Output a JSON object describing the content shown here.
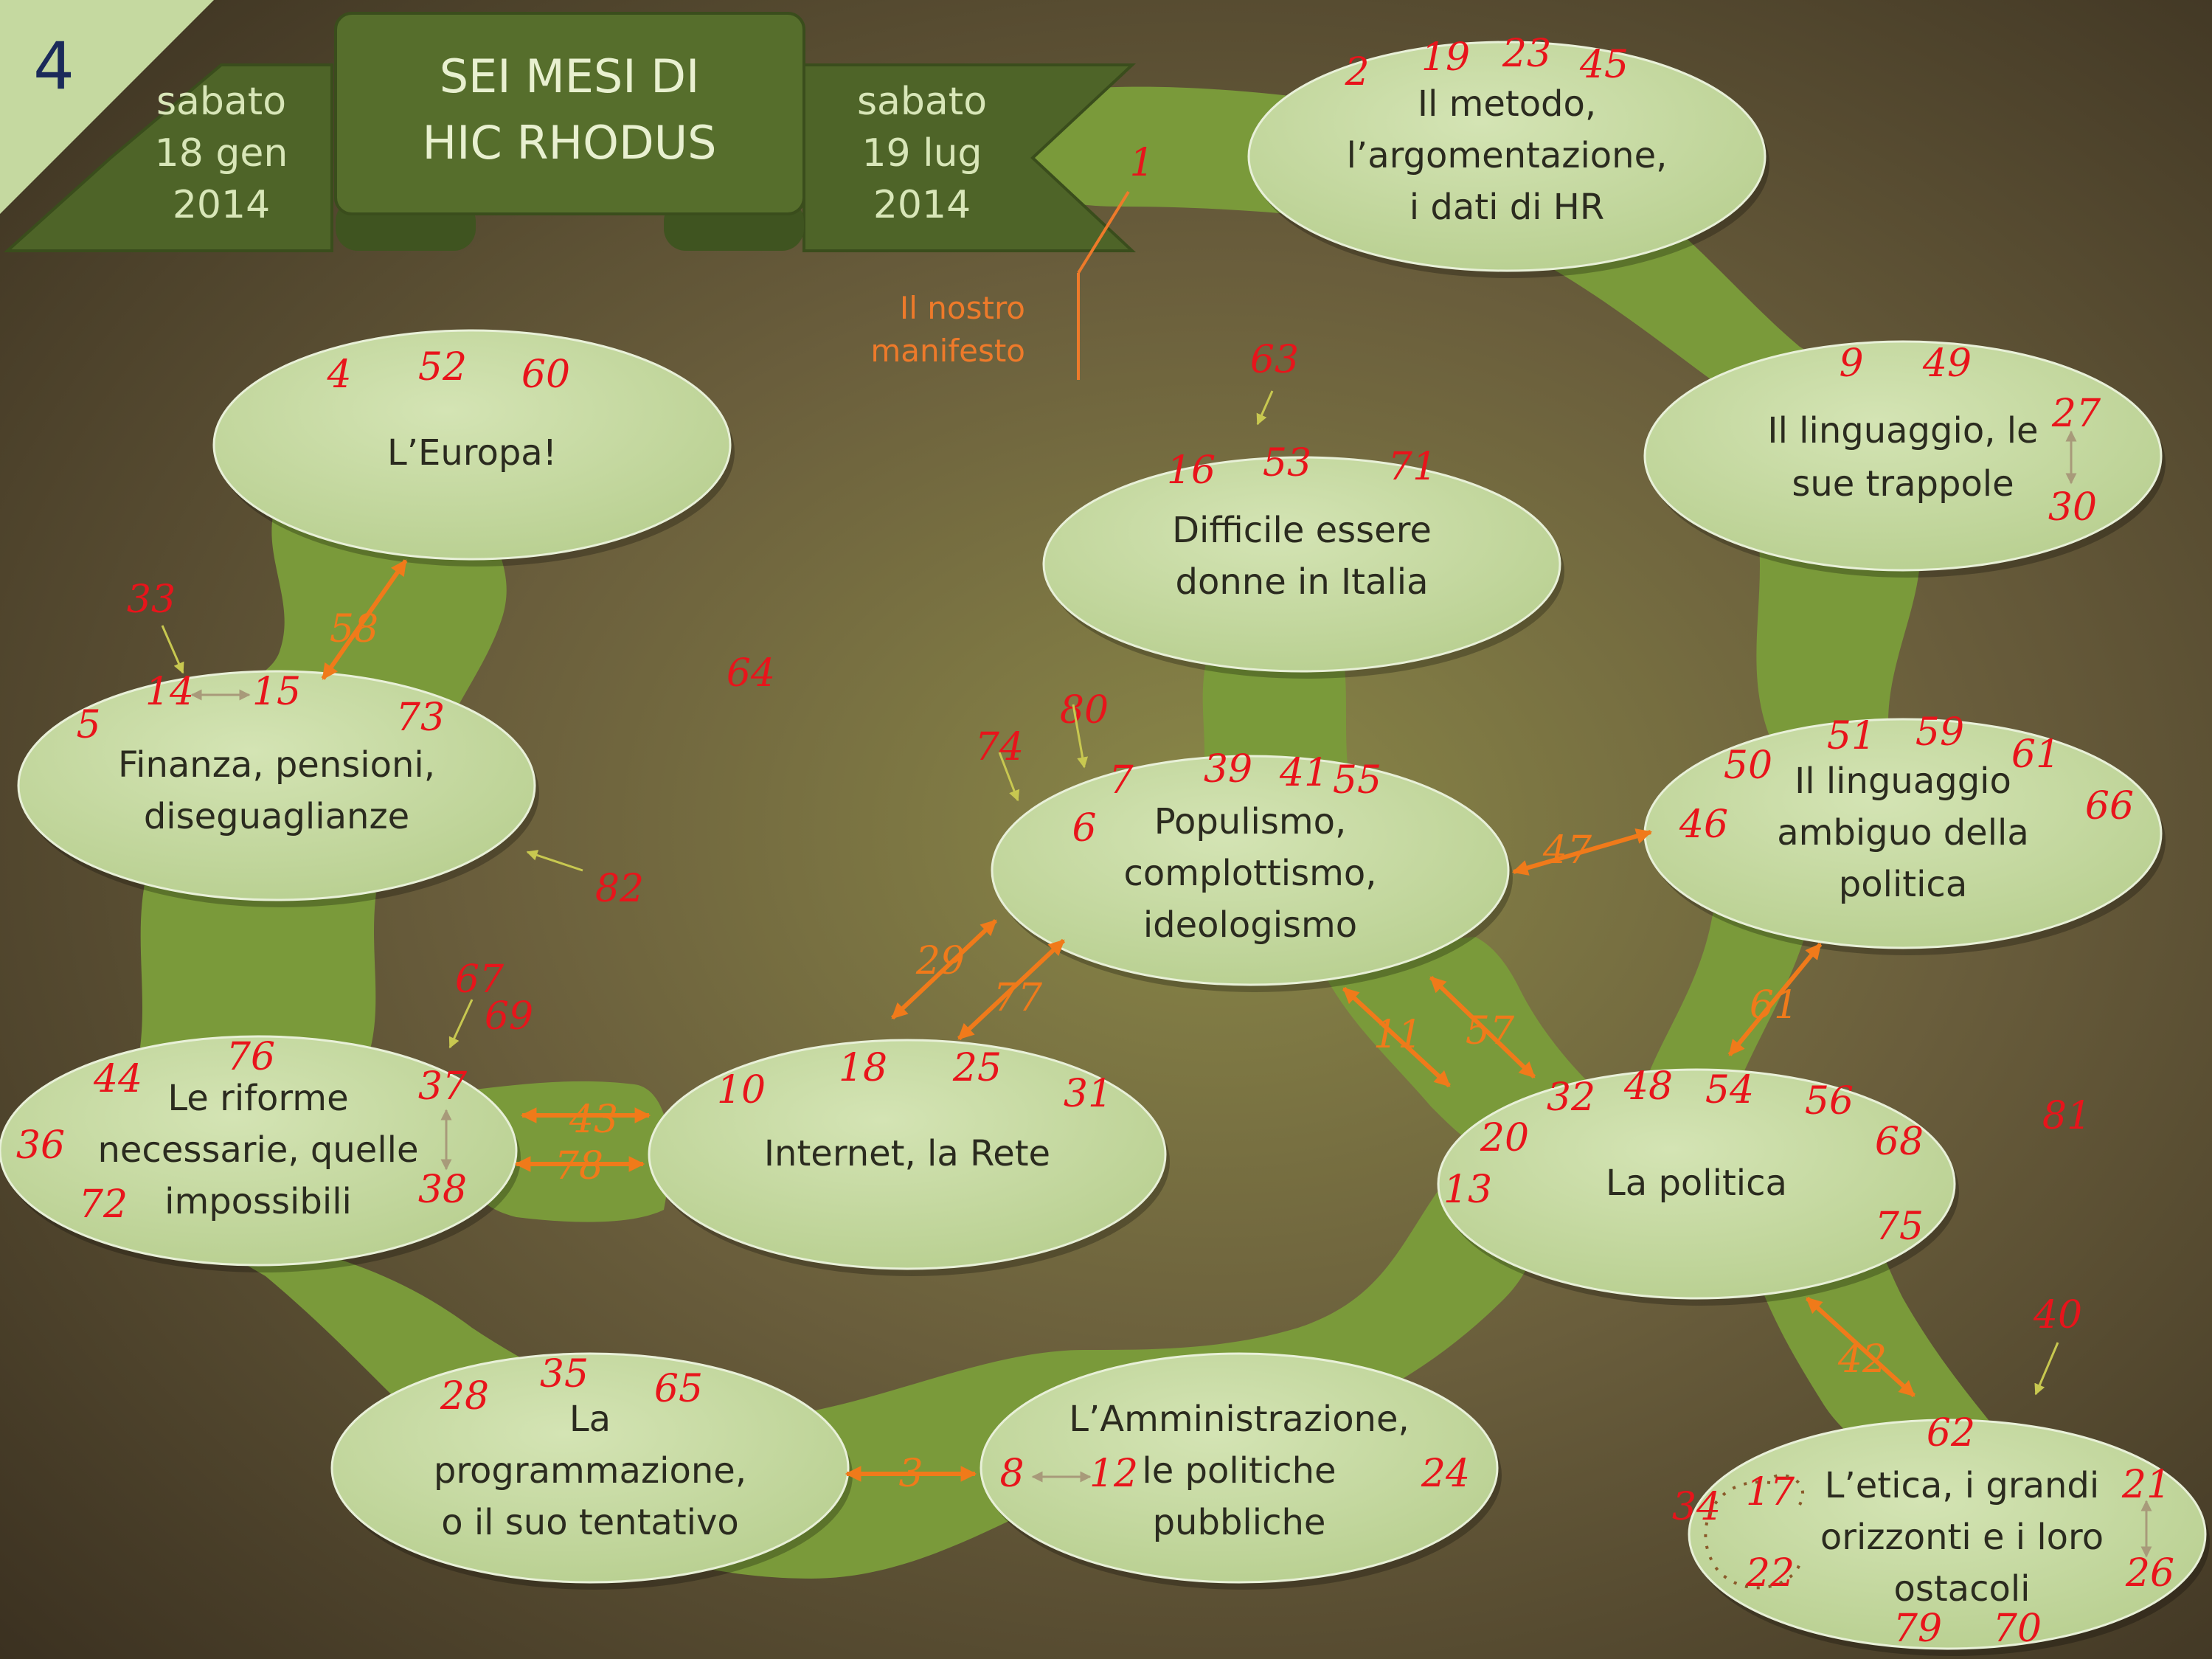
{
  "slide_number": "4",
  "banner": {
    "title_line1": "SEI MESI DI",
    "title_line2": "HIC RHODUS",
    "left_date": [
      "sabato",
      "18 gen",
      "2014"
    ],
    "right_date": [
      "sabato",
      "19 lug",
      "2014"
    ]
  },
  "manifesto": {
    "number": "1",
    "line1": "Il nostro",
    "line2": "manifesto"
  },
  "nodes": {
    "metodo": {
      "lines": [
        "Il metodo,",
        "l’argomentazione,",
        "i dati di HR"
      ],
      "numbers": [
        "2",
        "19",
        "23",
        "45"
      ]
    },
    "linguaggio": {
      "lines": [
        "Il linguaggio, le",
        "sue trappole"
      ],
      "numbers": [
        "9",
        "49",
        "27",
        "30"
      ]
    },
    "europa": {
      "lines": [
        "L’Europa!"
      ],
      "numbers": [
        "4",
        "52",
        "60"
      ]
    },
    "donne": {
      "lines": [
        "Difficile essere",
        "donne in Italia"
      ],
      "numbers": [
        "16",
        "53",
        "71"
      ],
      "pointer": "63"
    },
    "finanza": {
      "lines": [
        "Finanza, pensioni,",
        "diseguaglianze"
      ],
      "numbers": [
        "5",
        "14",
        "15",
        "73"
      ],
      "pointer": "33"
    },
    "populismo": {
      "lines": [
        "Populismo,",
        "complottismo,",
        "ideologismo"
      ],
      "numbers": [
        "6",
        "7",
        "39",
        "41",
        "55"
      ],
      "pointers": [
        "74",
        "80"
      ]
    },
    "ambiguo": {
      "lines": [
        "Il linguaggio",
        "ambiguo della",
        "politica"
      ],
      "numbers": [
        "46",
        "50",
        "51",
        "59",
        "61",
        "66"
      ]
    },
    "riforme": {
      "lines": [
        "Le riforme",
        "necessarie, quelle",
        "impossibili"
      ],
      "numbers": [
        "44",
        "76",
        "36",
        "37",
        "38",
        "72"
      ],
      "pointers": [
        "67",
        "69"
      ]
    },
    "internet": {
      "lines": [
        "Internet, la Rete"
      ],
      "numbers": [
        "10",
        "18",
        "25",
        "31"
      ]
    },
    "politica": {
      "lines": [
        "La politica"
      ],
      "numbers": [
        "13",
        "20",
        "32",
        "48",
        "54",
        "56",
        "68",
        "75"
      ]
    },
    "programmazione": {
      "lines": [
        "La",
        "programmazione,",
        "o il suo tentativo"
      ],
      "numbers": [
        "28",
        "35",
        "65"
      ]
    },
    "amministrazione": {
      "lines": [
        "L’Amministrazione,",
        "le politiche",
        "pubbliche"
      ],
      "numbers": [
        "8",
        "12",
        "24"
      ]
    },
    "etica": {
      "lines": [
        "L’etica, i grandi",
        "orizzonti e i loro",
        "ostacoli"
      ],
      "numbers": [
        "62",
        "34",
        "17",
        "22",
        "21",
        "26",
        "79",
        "70"
      ],
      "pointer": "40"
    }
  },
  "connections": {
    "europa_finanza": "58",
    "internet_populismo_a": "29",
    "internet_populismo_b": "77",
    "populismo_ambiguo": "47",
    "populismo_politica_a": "11",
    "populismo_politica_b": "57",
    "riforme_internet_a": "43",
    "riforme_internet_b": "78",
    "ambiguo_politica": "61",
    "politica_etica": "42",
    "programmazione_amministrazione": "3"
  },
  "loose_numbers": {
    "n64": "64",
    "n82": "82",
    "n81": "81"
  },
  "colors": {
    "background": "#4a4030",
    "path": "#7a9a3a",
    "node_fill": "#c5d9a0",
    "banner": "#4e6428",
    "number_red": "#e8141b",
    "arrow_orange": "#f07a1a",
    "pointer_yellow": "#c8c850"
  }
}
